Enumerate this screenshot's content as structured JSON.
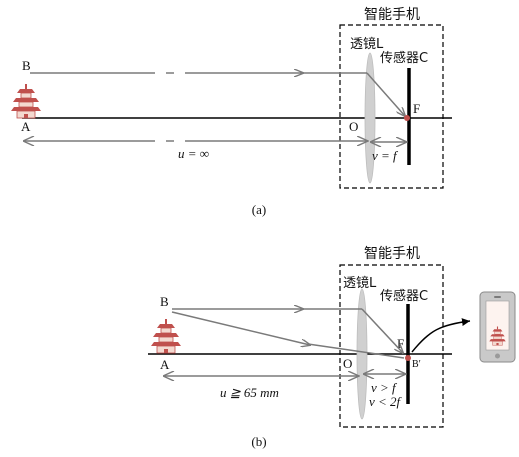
{
  "panel_a": {
    "box_title": "智能手机",
    "lens_label": "透镜L",
    "sensor_label": "传感器C",
    "point_b": "B",
    "point_a": "A",
    "point_o": "O",
    "point_f": "F",
    "u_equation": "u = ∞",
    "v_equation": "v = f",
    "caption": "(a)"
  },
  "panel_b": {
    "box_title": "智能手机",
    "lens_label": "透镜L",
    "sensor_label": "传感器C",
    "point_b": "B",
    "point_a": "A",
    "point_o": "O",
    "point_f": "F",
    "point_b_prime": "B′",
    "u_equation": "u ≧ 65 mm",
    "v_equation_1": "v > f",
    "v_equation_2": "v < 2f",
    "caption": "(b)"
  },
  "colors": {
    "ray": "#7a7a7a",
    "lens": "#cfcfcf",
    "pagoda": "#c0504d",
    "axis": "#000000"
  },
  "icons": [
    "pagoda-icon",
    "smartphone-icon"
  ]
}
